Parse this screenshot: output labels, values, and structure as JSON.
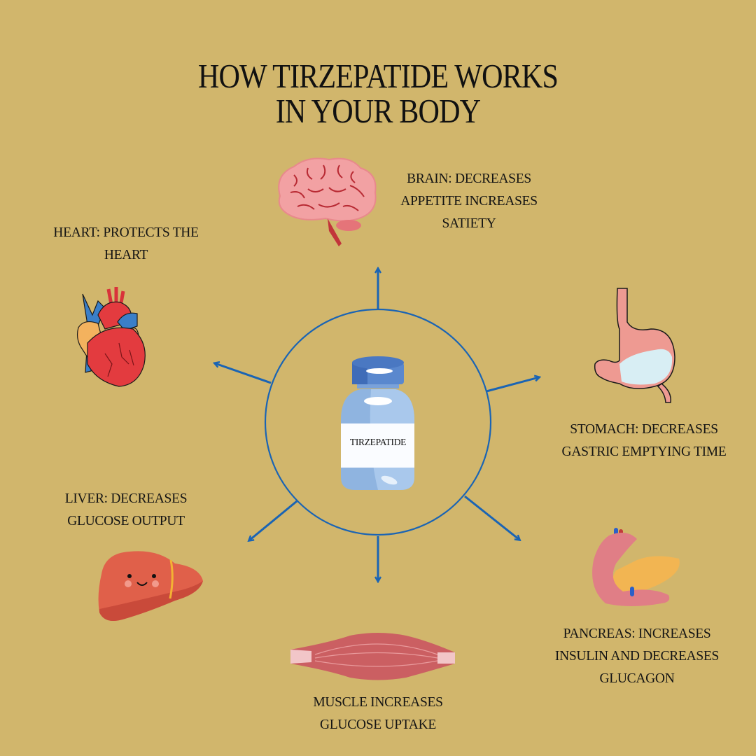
{
  "title": {
    "line1": "HOW TIRZEPATIDE WORKS",
    "line2": "IN YOUR BODY"
  },
  "center": {
    "label": "TIRZEPATIDE",
    "icon": "medicine-vial-icon"
  },
  "organs": {
    "brain": {
      "icon": "brain-icon",
      "line1": "BRAIN: DECREASES",
      "line2": "APPETITE INCREASES",
      "line3": "SATIETY"
    },
    "heart": {
      "icon": "heart-icon",
      "line1": "HEART: PROTECTS THE",
      "line2": "HEART"
    },
    "stomach": {
      "icon": "stomach-icon",
      "line1": "STOMACH: DECREASES",
      "line2": "GASTRIC EMPTYING TIME"
    },
    "liver": {
      "icon": "liver-icon",
      "line1": "LIVER: DECREASES",
      "line2": "GLUCOSE OUTPUT"
    },
    "pancreas": {
      "icon": "pancreas-icon",
      "line1": "PANCREAS: INCREASES",
      "line2": "INSULIN AND DECREASES",
      "line3": "GLUCAGON"
    },
    "muscle": {
      "icon": "muscle-icon",
      "line1": "MUSCLE INCREASES",
      "line2": "GLUCOSE UPTAKE"
    }
  },
  "colors": {
    "background": "#D1B66C",
    "arrow": "#1A64B4",
    "text": "#111111"
  }
}
